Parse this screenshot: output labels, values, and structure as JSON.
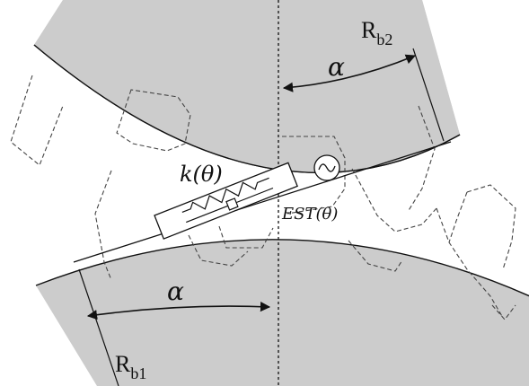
{
  "labels": {
    "upper_radius": {
      "main": "R",
      "sub": "b2"
    },
    "lower_radius": {
      "main": "R",
      "sub": "b1"
    },
    "upper_angle": "α",
    "lower_angle": "α",
    "stiffness": "k(θ)",
    "error": "EST(θ)"
  },
  "colors": {
    "gear_fill": "#cccccc",
    "line": "#111111",
    "background": "#ffffff"
  },
  "icons": {
    "source": "ac-source-icon",
    "spring": "spring-icon",
    "damper": "damper-icon"
  }
}
